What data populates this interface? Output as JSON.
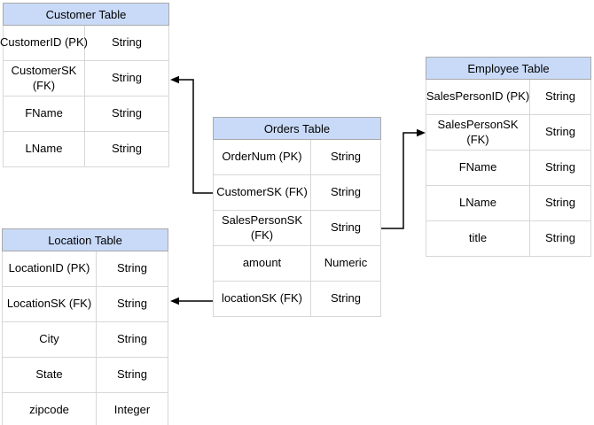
{
  "diagram": {
    "tables": [
      {
        "id": "customer",
        "title": "Customer Table",
        "rows": [
          {
            "field": "CustomerID (PK)",
            "type": "String"
          },
          {
            "field": "CustomerSK\n(FK)",
            "type": "String"
          },
          {
            "field": "FName",
            "type": "String"
          },
          {
            "field": "LName",
            "type": "String"
          }
        ]
      },
      {
        "id": "orders",
        "title": "Orders Table",
        "rows": [
          {
            "field": "OrderNum (PK)",
            "type": "String"
          },
          {
            "field": "CustomerSK (FK)",
            "type": "String"
          },
          {
            "field": "SalesPersonSK\n(FK)",
            "type": "String"
          },
          {
            "field": "amount",
            "type": "Numeric"
          },
          {
            "field": "locationSK (FK)",
            "type": "String"
          }
        ]
      },
      {
        "id": "employee",
        "title": "Employee Table",
        "rows": [
          {
            "field": "SalesPersonID (PK)",
            "type": "String"
          },
          {
            "field": "SalesPersonSK\n(FK)",
            "type": "String"
          },
          {
            "field": "FName",
            "type": "String"
          },
          {
            "field": "LName",
            "type": "String"
          },
          {
            "field": "title",
            "type": "String"
          }
        ]
      },
      {
        "id": "location",
        "title": "Location Table",
        "rows": [
          {
            "field": "LocationID (PK)",
            "type": "String"
          },
          {
            "field": "LocationSK (FK)",
            "type": "String"
          },
          {
            "field": "City",
            "type": "String"
          },
          {
            "field": "State",
            "type": "String"
          },
          {
            "field": "zipcode",
            "type": "Integer"
          }
        ]
      }
    ],
    "relationships": [
      {
        "from": "Orders Table.CustomerSK (FK)",
        "to": "Customer Table.CustomerSK (FK)"
      },
      {
        "from": "Orders Table.SalesPersonSK (FK)",
        "to": "Employee Table.SalesPersonSK (FK)"
      },
      {
        "from": "Orders Table.locationSK (FK)",
        "to": "Location Table.LocationSK (FK)"
      }
    ],
    "colors": {
      "header_fill": "#c9daf8",
      "header_border": "#a9a9a9",
      "row_border": "#d7d7d7",
      "connector": "#000000",
      "text": "#000000",
      "background": "#ffffff"
    }
  }
}
